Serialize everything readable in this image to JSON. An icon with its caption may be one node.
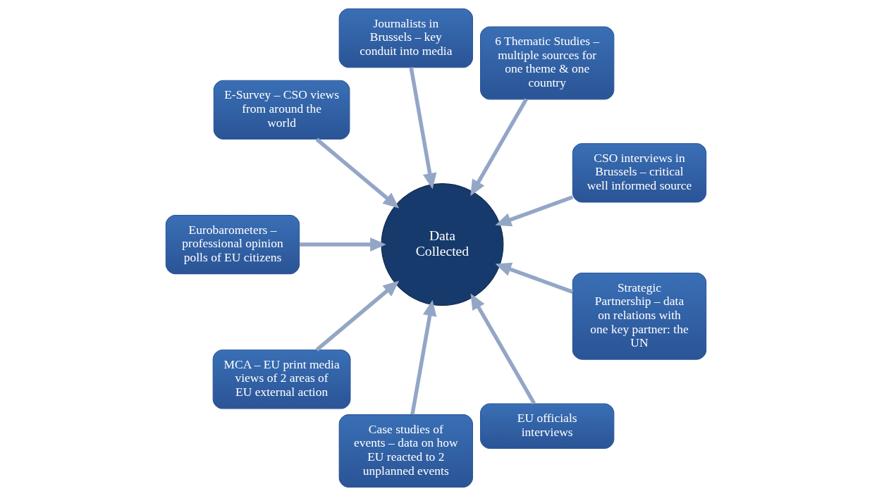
{
  "diagram": {
    "nodes": [
      {
        "text": [
          "Data Collected"
        ]
      },
      {
        "text": [
          "CSO interviews in Brussels – critical well informed source"
        ]
      },
      {
        "text": [
          "6 Thematic Studies – multiple sources for one theme & one country"
        ]
      },
      {
        "text": [
          "Journalists in Brussels – key conduit into media"
        ]
      },
      {
        "text": [
          "E-Survey – CSO views from around the world"
        ]
      },
      {
        "text": [
          "Eurobarometers – professional opinion polls of EU citizens"
        ]
      },
      {
        "text": [
          "MCA – EU print media views of 2 areas of EU external action"
        ]
      },
      {
        "text": [
          "Case studies of events – data on how EU reacted to 2 unplanned events"
        ]
      },
      {
        "text": [
          "EU officials interviews"
        ]
      },
      {
        "text": [
          "Strategic Partnership – data on relations with one key partner: the UN"
        ]
      }
    ],
    "edges": [
      {
        "from": 1,
        "to": 0,
        "arrow": "to"
      },
      {
        "from": 2,
        "to": 0,
        "arrow": "to"
      },
      {
        "from": 3,
        "to": 0,
        "arrow": "to"
      },
      {
        "from": 4,
        "to": 0,
        "arrow": "to"
      },
      {
        "from": 5,
        "to": 0,
        "arrow": "to"
      },
      {
        "from": 6,
        "to": 0,
        "arrow": "to"
      },
      {
        "from": 7,
        "to": 0,
        "arrow": "to"
      },
      {
        "from": 8,
        "to": 0,
        "arrow": "to"
      },
      {
        "from": 9,
        "to": 0,
        "arrow": "to"
      }
    ]
  }
}
